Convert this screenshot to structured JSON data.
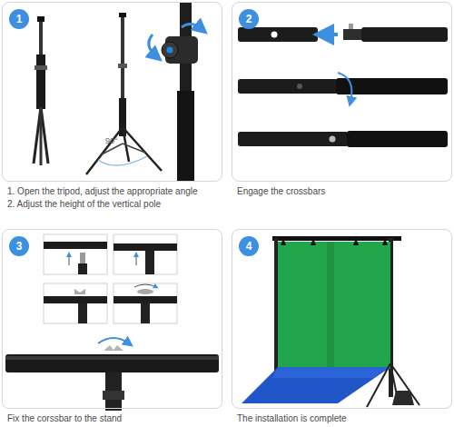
{
  "diagram": {
    "nodes": [
      {
        "text": [
          "1. Open the tripod, adjust the appropriate angle",
          "2. Adjust the height of the vertical pole"
        ]
      },
      {
        "text": [
          "1"
        ],
        "in": 0
      },
      {
        "text": [
          "Engage the crossbars"
        ]
      },
      {
        "text": [
          "2"
        ],
        "in": 2
      },
      {
        "text": [
          "Fix the corssbar to the stand"
        ]
      },
      {
        "text": [
          "3"
        ],
        "in": 4
      },
      {
        "text": [
          "The installation is complete"
        ]
      },
      {
        "text": [
          "4"
        ],
        "in": 6
      }
    ],
    "labels": [
      "90°"
    ]
  }
}
